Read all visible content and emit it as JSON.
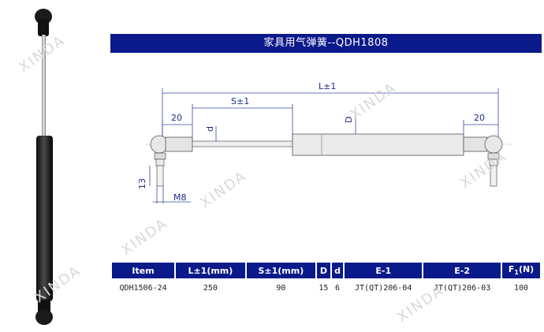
{
  "title": "家具用气弹簧--QDH1808",
  "watermark": "XINDA",
  "drawing": {
    "overall_length": "L±1",
    "stroke": "S±1",
    "end_left": "20",
    "end_right": "20",
    "rod_dia": "d",
    "body_dia": "D",
    "thread_len": "13",
    "thread": "M8"
  },
  "table": {
    "headers": [
      "Item",
      "L±1(mm)",
      "S±1(mm)",
      "D",
      "d",
      "E-1",
      "E-2",
      "F1(N)"
    ],
    "rows": [
      [
        "QDH1506-24",
        "250",
        "90",
        "15",
        "6",
        "JT(QT)206-04",
        "JT(QT)206-03",
        "100"
      ]
    ]
  }
}
